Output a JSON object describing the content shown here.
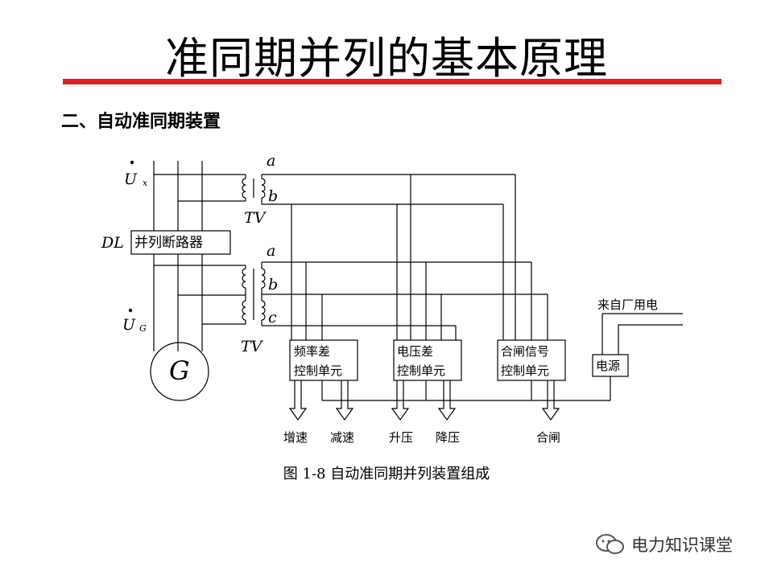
{
  "title": "准同期并列的基本原理",
  "subtitle": "二、自动准同期装置",
  "labels": {
    "ux_main": "U",
    "ux_sub": "x",
    "ug_main": "U",
    "ug_sub": "G",
    "dl": "DL",
    "breaker": "并列断路器",
    "tv_top": "TV",
    "tv_bottom": "TV",
    "a_top": "a",
    "b_top": "b",
    "a_bot": "a",
    "b_bot": "b",
    "c_bot": "c",
    "generator": "G",
    "power_source_text": "来自厂用电",
    "power_box": "电源"
  },
  "units": [
    {
      "line1": "频率差",
      "line2": "控制单元"
    },
    {
      "line1": "电压差",
      "line2": "控制单元"
    },
    {
      "line1": "合闸信号",
      "line2": "控制单元"
    }
  ],
  "outputs": [
    "增速",
    "减速",
    "升压",
    "降压",
    "合闸"
  ],
  "caption": "图 1-8  自动准同期并列装置组成",
  "watermark": "电力知识课堂",
  "colors": {
    "accent": "#e41f1f",
    "line": "#000000"
  }
}
